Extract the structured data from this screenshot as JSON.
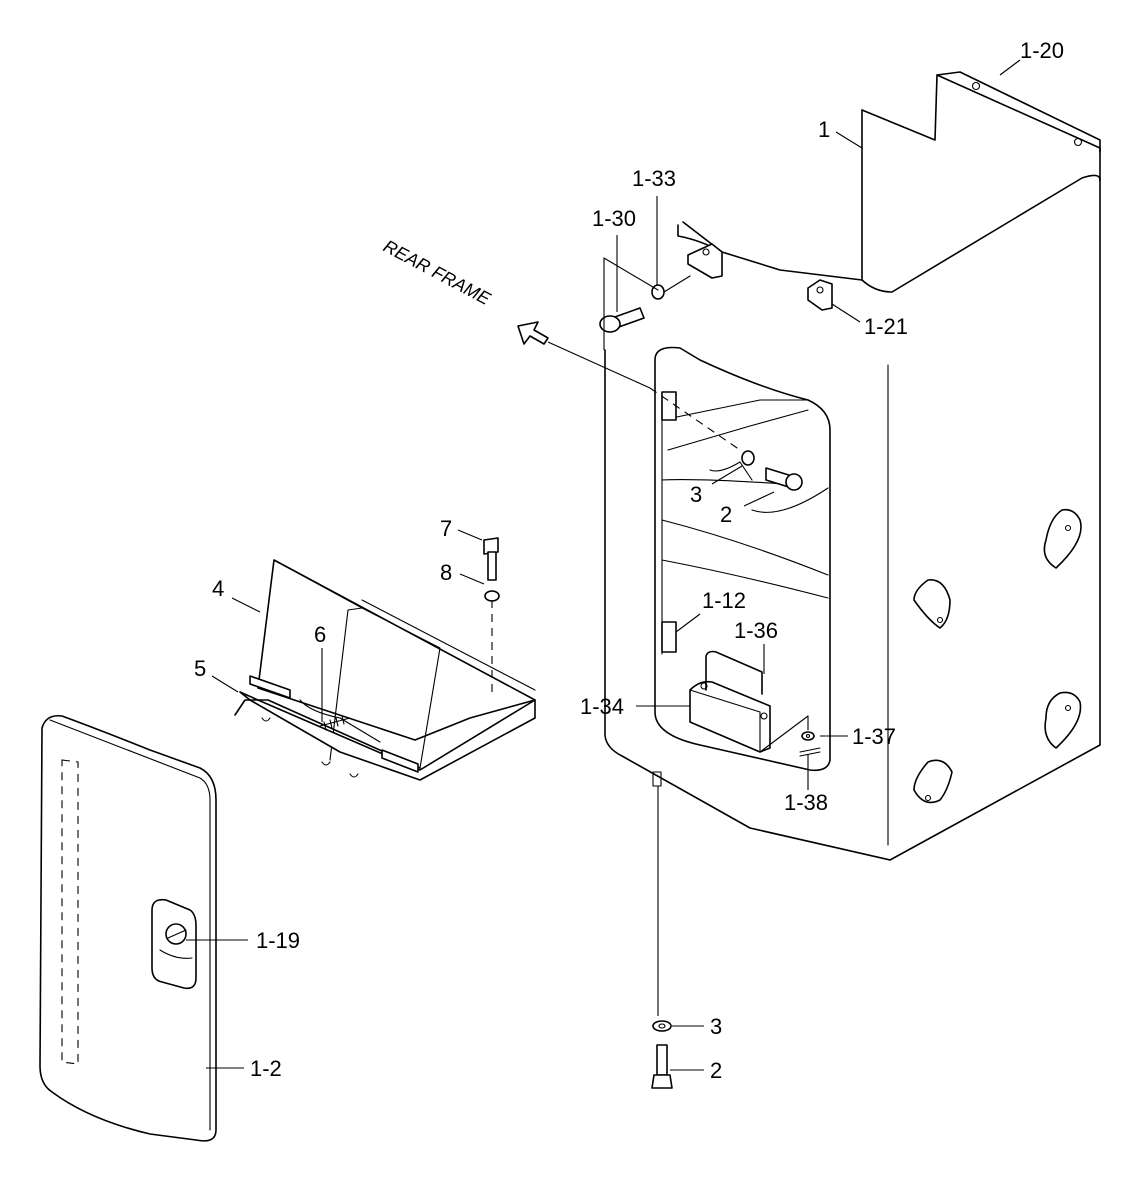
{
  "callouts": {
    "c1_20": "1-20",
    "c1": "1",
    "c1_33": "1-33",
    "c1_30": "1-30",
    "c1_21": "1-21",
    "c3_upper": "3",
    "c2_upper": "2",
    "c7": "7",
    "c8": "8",
    "c4": "4",
    "c6": "6",
    "c5": "5",
    "c1_12": "1-12",
    "c1_36": "1-36",
    "c1_34": "1-34",
    "c1_37": "1-37",
    "c1_38": "1-38",
    "c1_19": "1-19",
    "c1_2": "1-2",
    "c3_lower": "3",
    "c2_lower": "2"
  },
  "rear_frame_label": "REAR FRAME"
}
